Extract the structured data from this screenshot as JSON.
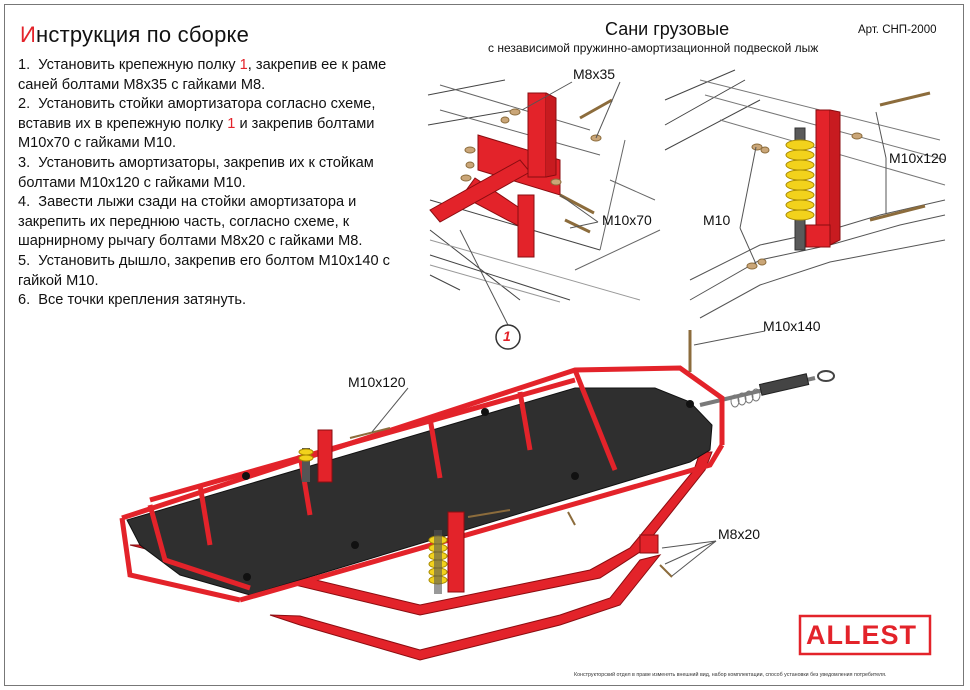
{
  "header": {
    "title_first_letter": "И",
    "title_rest": "нструкция по сборке",
    "product_name": "Сани грузовые",
    "product_subtitle": "с независимой пружинно-амортизационной подвеской лыж",
    "article": "Арт. СНП-2000"
  },
  "instructions": [
    {
      "num": "1.",
      "before": "Установить крепежную полку ",
      "ref": "1",
      "after": ", закрепив ее к раме саней болтами М8х35 с гайками М8."
    },
    {
      "num": "2.",
      "before": "Установить стойки амортизатора согласно схеме, вставив их в крепежную полку ",
      "ref": "1",
      "after": " и закрепив болтами М10х70 с гайками М10."
    },
    {
      "num": "3.",
      "before": "Установить амортизаторы, закрепив их к стойкам болтами М10х120 с гайками М10.",
      "ref": "",
      "after": ""
    },
    {
      "num": "4.",
      "before": "Завести лыжи сзади на стойки амортизатора и закрепить их переднюю часть, согласно схеме, к шарнирному рычагу болтами М8х20 с гайками М8.",
      "ref": "",
      "after": ""
    },
    {
      "num": "5.",
      "before": "Установить дышло, закрепив его болтом М10х140 с гайкой М10.",
      "ref": "",
      "after": ""
    },
    {
      "num": "6.",
      "before": "Все точки крепления затянуть.",
      "ref": "",
      "after": ""
    }
  ],
  "callouts": {
    "m8x35": "М8х35",
    "m10x70": "М10х70",
    "m10x120_detail": "М10х120",
    "m10_detail": "М10",
    "m10x140": "М10х140",
    "m10x120_main": "М10х120",
    "m8x20": "М8х20",
    "part_number": "1"
  },
  "logo_text": "ALLEST",
  "footer_note": "Конструкторский отдел в праве изменять внешний вид, набор комплектации, способ установки без уведомления потребителя.",
  "colors": {
    "accent_red": "#e3232a",
    "deck": "#2f2f2f",
    "spring": "#f2d21c",
    "shock": "#5a5a5a"
  }
}
